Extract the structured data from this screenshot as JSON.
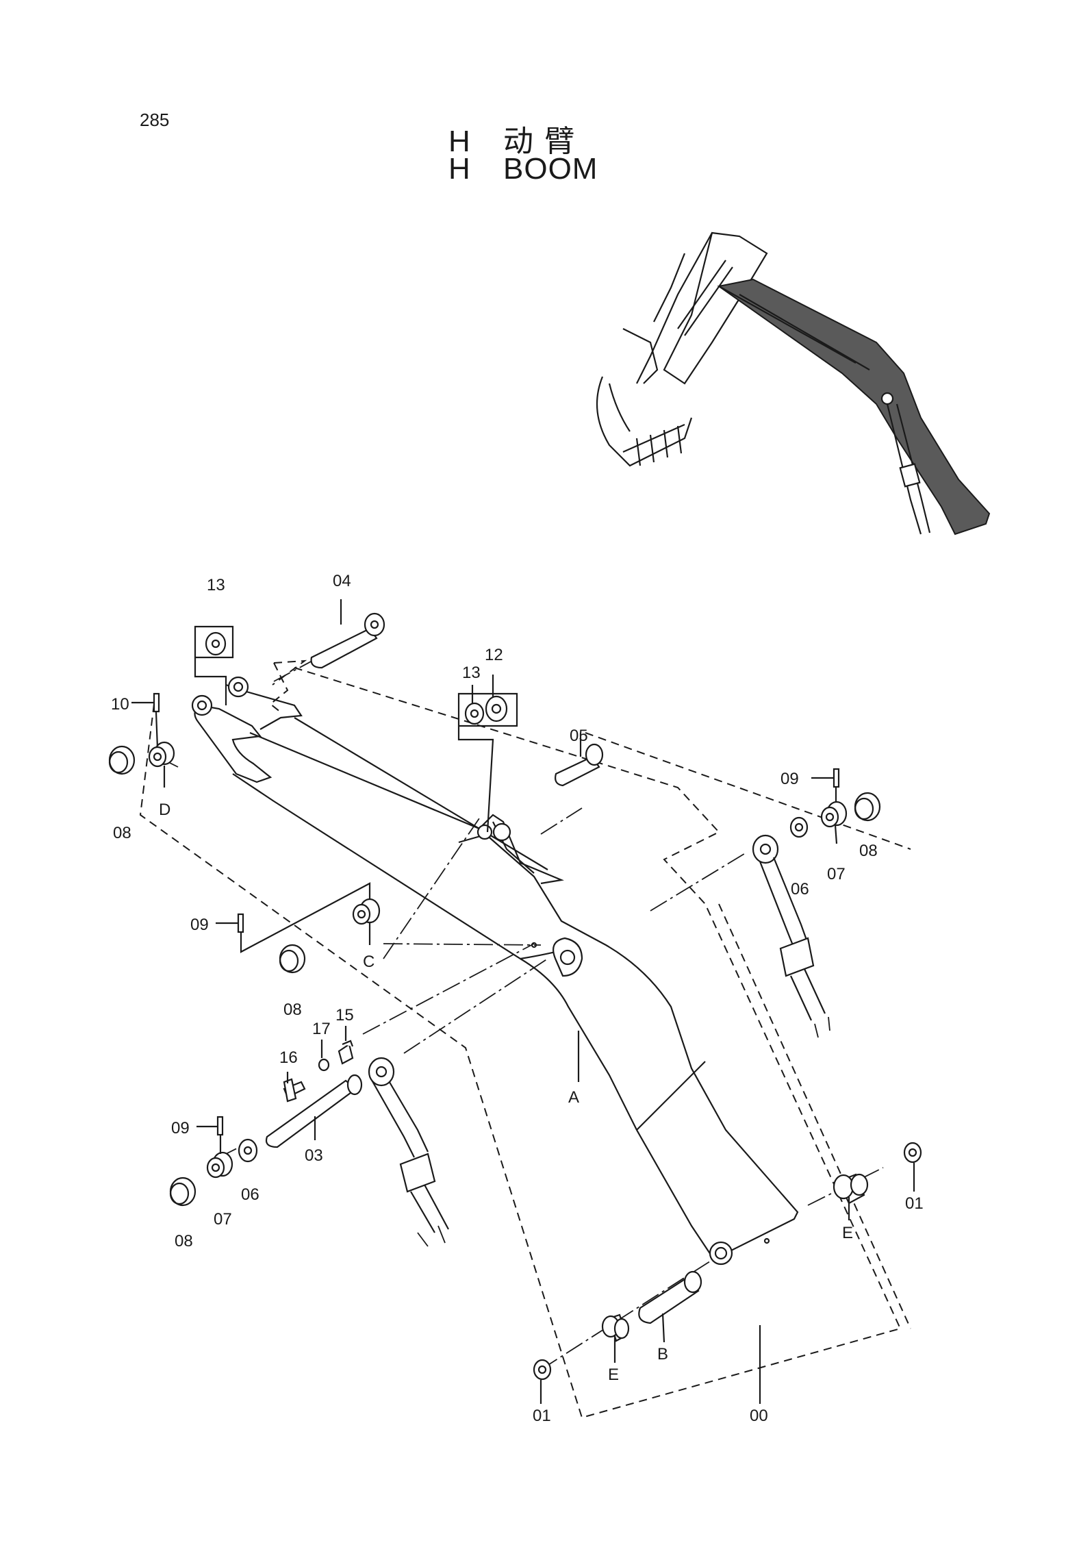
{
  "page_number": "285",
  "title": {
    "line1_prefix": "H",
    "line1_text": "动 臂",
    "line2_prefix": "H",
    "line2_text": "BOOM"
  },
  "callouts": {
    "c00": "00",
    "c01a": "01",
    "c01b": "01",
    "c03": "03",
    "c04": "04",
    "c05": "05",
    "c06a": "06",
    "c06b": "06",
    "c07a": "07",
    "c07b": "07",
    "c08a": "08",
    "c08b": "08",
    "c08c": "08",
    "c08d": "08",
    "c09a": "09",
    "c09b": "09",
    "c09c": "09",
    "c10": "10",
    "c12": "12",
    "c13a": "13",
    "c13b": "13",
    "c15": "15",
    "c16": "16",
    "c17": "17",
    "cA": "A",
    "cB": "B",
    "cC": "C",
    "cD": "D",
    "cEa": "E",
    "cEb": "E"
  },
  "colors": {
    "ink": "#1a1a1a",
    "paper": "#ffffff",
    "shade": "#5a5a5a"
  }
}
